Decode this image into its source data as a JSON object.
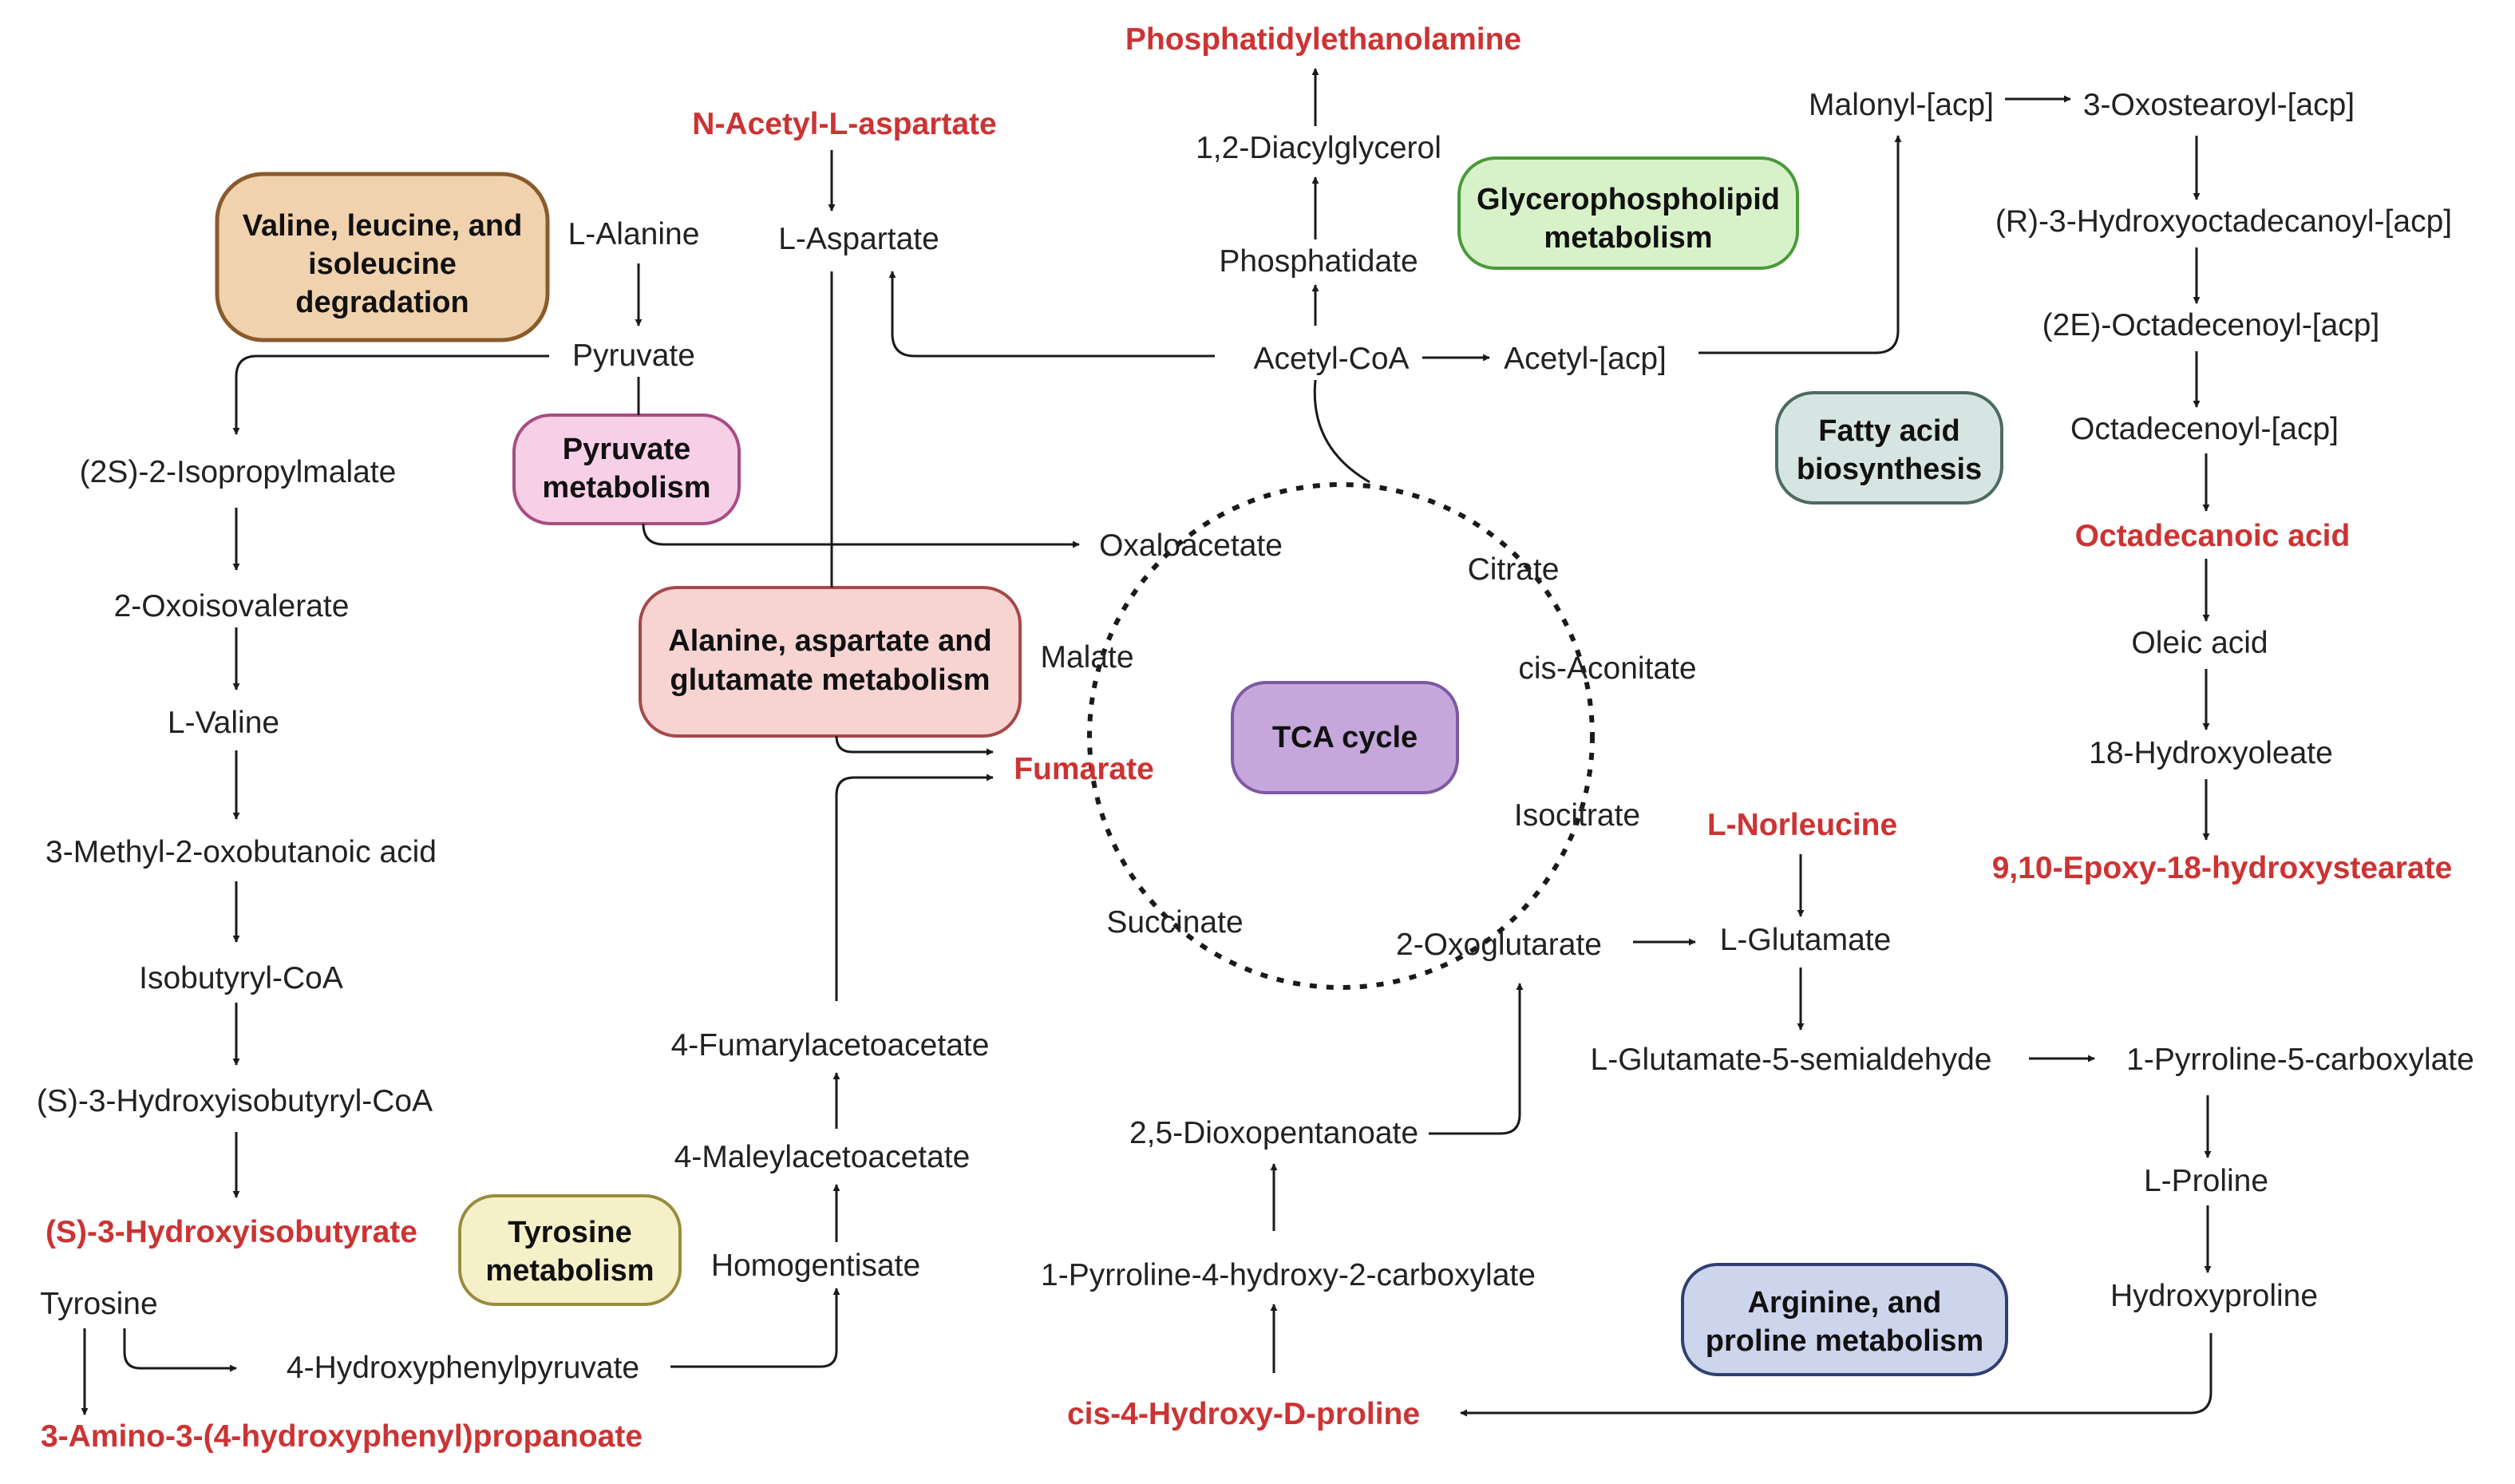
{
  "colors": {
    "highlight": "#cc3333",
    "text": "#222222",
    "valine_fill": "#f1d2ae",
    "valine_border": "#8a5a2b",
    "pyruvate_fill": "#f7cfe6",
    "pyruvate_border": "#a84c83",
    "alanine_fill": "#f7d4d2",
    "alanine_border": "#a84848",
    "tca_fill": "#c5a7dc",
    "tca_border": "#7e58a0",
    "glycero_fill": "#d7f2c9",
    "glycero_border": "#4a9a3b",
    "fatty_fill": "#d6e5e1",
    "fatty_border": "#4d6a62",
    "tyrosine_fill": "#f5f0c8",
    "tyrosine_border": "#9a8c3b",
    "arginine_fill": "#ccd5ec",
    "arginine_border": "#2f3f73"
  },
  "pathways": {
    "valine": [
      "Valine, leucine, and",
      "isoleucine",
      "degradation"
    ],
    "pyruvate": [
      "Pyruvate",
      "metabolism"
    ],
    "alanine": [
      "Alanine, aspartate and",
      "glutamate metabolism"
    ],
    "tca": [
      "TCA cycle"
    ],
    "glycero": [
      "Glycerophospholipid",
      "metabolism"
    ],
    "fatty": [
      "Fatty acid",
      "biosynthesis"
    ],
    "tyrosine": [
      "Tyrosine",
      "metabolism"
    ],
    "arginine": [
      "Arginine, and",
      "proline metabolism"
    ]
  },
  "highlighted": {
    "phosphatidylethanolamine": "Phosphatidylethanolamine",
    "n_acetyl_aspartate": "N-Acetyl-L-aspartate",
    "octadecanoic_acid": "Octadecanoic acid",
    "fumarate": "Fumarate",
    "l_norleucine": "L-Norleucine",
    "epoxy_hydroxystearate": "9,10-Epoxy-18-hydroxystearate",
    "s3_hydroxyisobutyrate": "(S)-3-Hydroxyisobutyrate",
    "amino_hydroxyphenyl_propanoate": "3-Amino-3-(4-hydroxyphenyl)propanoate",
    "cis_hydroxy_d_proline": "cis-4-Hydroxy-D-proline"
  },
  "metabolites": {
    "diacylglycerol": "1,2-Diacylglycerol",
    "phosphatidate": "Phosphatidate",
    "acetyl_coa": "Acetyl-CoA",
    "acetyl_acp": "Acetyl-[acp]",
    "malonyl_acp": "Malonyl-[acp]",
    "oxostearoyl_acp": "3-Oxostearoyl-[acp]",
    "hydroxyoctadecanoyl_acp": "(R)-3-Hydroxyoctadecanoyl-[acp]",
    "octadecenoyl_2e_acp": "(2E)-Octadecenoyl-[acp]",
    "octadecenoyl_acp": "Octadecenoyl-[acp]",
    "oleic_acid": "Oleic acid",
    "hydroxyoleate": "18-Hydroxyoleate",
    "l_alanine": "L-Alanine",
    "pyruvate": "Pyruvate",
    "l_aspartate": "L-Aspartate",
    "isopropylmalate": "(2S)-2-Isopropylmalate",
    "oxoisovalerate": "2-Oxoisovalerate",
    "l_valine": "L-Valine",
    "methyl_oxobutanoic": "3-Methyl-2-oxobutanoic acid",
    "isobutyryl_coa": "Isobutyryl-CoA",
    "hydroxyisobutyryl_coa": "(S)-3-Hydroxyisobutyryl-CoA",
    "tyrosine": "Tyrosine",
    "hydroxyphenylpyruvate": "4-Hydroxyphenylpyruvate",
    "homogentisate": "Homogentisate",
    "maleylacetoacetate": "4-Maleylacetoacetate",
    "fumarylacetoacetate": "4-Fumarylacetoacetate",
    "oxaloacetate": "Oxaloacetate",
    "citrate": "Citrate",
    "malate": "Malate",
    "cis_aconitate": "cis-Aconitate",
    "isocitrate": "Isocitrate",
    "succinate": "Succinate",
    "oxoglutarate": "2-Oxoglutarate",
    "l_glutamate": "L-Glutamate",
    "glutamate_semialdehyde": "L-Glutamate-5-semialdehyde",
    "pyrroline_carboxylate": "1-Pyrroline-5-carboxylate",
    "l_proline": "L-Proline",
    "hydroxyproline": "Hydroxyproline",
    "dioxopentanoate": "2,5-Dioxopentanoate",
    "pyrroline_hydroxy_carboxylate": "1-Pyrroline-4-hydroxy-2-carboxylate"
  }
}
